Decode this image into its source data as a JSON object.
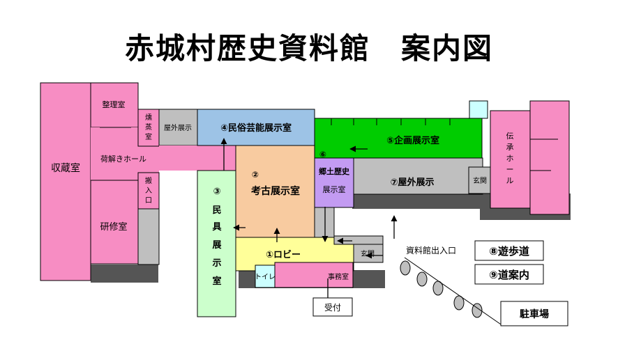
{
  "title": "赤城村歴史資料館　案内図",
  "rooms": {
    "storage": "収蔵室",
    "arrange": "整理室",
    "fumigation": [
      "燻",
      "蒸",
      "室"
    ],
    "outdoor_small": "屋外展示",
    "unpacking_hall": "荷解きホール",
    "loading_entry": [
      "搬",
      "入",
      "口"
    ],
    "training": "研修室",
    "folk": "④民俗芸能展示室",
    "archaeology_num": "②",
    "archaeology": "考古展示室",
    "tools": [
      "③",
      "民",
      "具",
      "展",
      "示",
      "室"
    ],
    "local_num": "⑥",
    "local_1": "郷土歴史",
    "local_2": "展示室",
    "special": "⑤企画展示室",
    "outdoor": "⑦屋外展示",
    "entrance_right": "玄関",
    "tradition_hall": [
      "伝",
      "承",
      "ホ",
      "ー",
      "ル"
    ],
    "lobby": "①ロビー",
    "entrance": "玄関",
    "toilet": "トイレ",
    "office": "事務室"
  },
  "labels": {
    "reception": "受付",
    "museum_entrance": "資料館出入口",
    "walkway": "⑧遊歩道",
    "guide": "⑨道案内",
    "parking": "駐車場"
  },
  "colors": {
    "pink": "#f78dc3",
    "gray": "#bfbfbf",
    "blue": "#9dc3e6",
    "orange": "#f8cba0",
    "light_green": "#ccffcc",
    "green": "#00cc00",
    "purple": "#c39bf2",
    "yellow": "#ffff99",
    "light_cyan": "#ccffff"
  }
}
